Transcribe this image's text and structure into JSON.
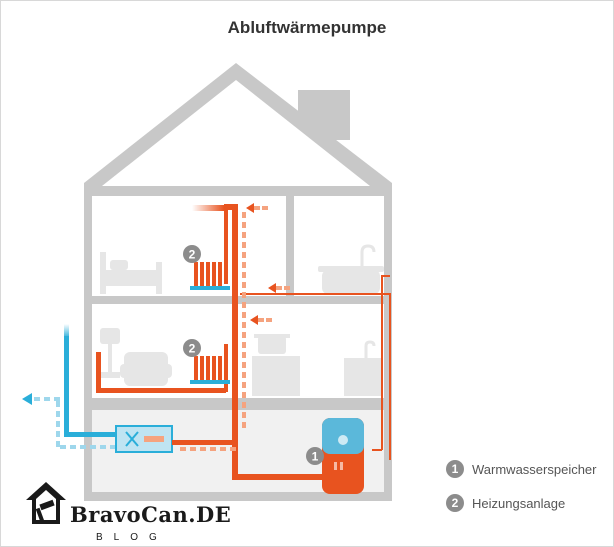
{
  "title": "Abluftwärmepumpe",
  "legend": [
    {
      "number": "1",
      "label": "Warmwasserspeicher"
    },
    {
      "number": "2",
      "label": "Heizungsanlage"
    }
  ],
  "badges": {
    "radiator_upper": "2",
    "radiator_lower": "2",
    "tank": "1"
  },
  "brand": {
    "name": "BravoCan.DE",
    "sub": "BLOG"
  },
  "colors": {
    "house_outline": "#c8c8c8",
    "supply_hot": "#e8531f",
    "return_cold": "#2aaed9",
    "furniture": "#e6e6e6",
    "badge": "#8c8c8c"
  }
}
